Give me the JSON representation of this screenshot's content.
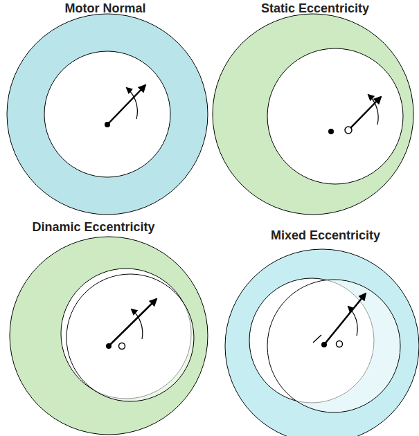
{
  "diagram": {
    "labels": [
      "Motor Normal",
      "Static Eccentricity",
      "Dinamic Eccentricity",
      "Mixed Eccentricity"
    ]
  }
}
